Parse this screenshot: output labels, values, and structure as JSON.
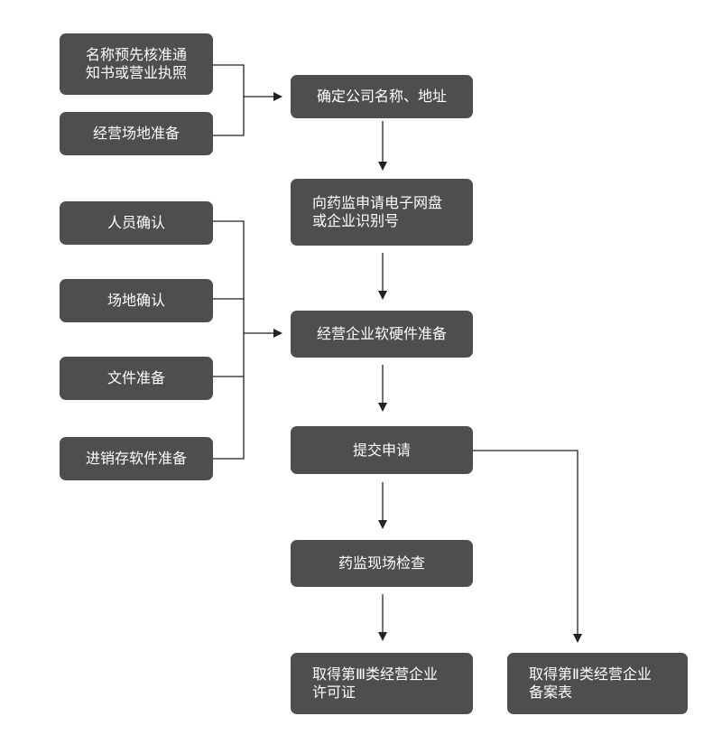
{
  "left_group_top": [
    {
      "label": "名称预先核准通\n知书或营业执照"
    },
    {
      "label": "经营场地准备"
    }
  ],
  "left_group_mid": [
    {
      "label": "人员确认"
    },
    {
      "label": "场地确认"
    },
    {
      "label": "文件准备"
    },
    {
      "label": "进销存软件准备"
    }
  ],
  "main_flow": [
    {
      "label": "确定公司名称、地址"
    },
    {
      "label": "向药监申请电子网盘\n或企业识别号"
    },
    {
      "label": "经营企业软硬件准备"
    },
    {
      "label": "提交申请"
    },
    {
      "label": "药监现场检查"
    },
    {
      "label": "取得第Ⅲ类经营企业\n许可证"
    }
  ],
  "branch": {
    "label": "取得第Ⅱ类经营企业\n备案表"
  },
  "colors": {
    "box_fill": "#4e4e4e",
    "box_text": "#ffffff",
    "line": "#222222"
  }
}
